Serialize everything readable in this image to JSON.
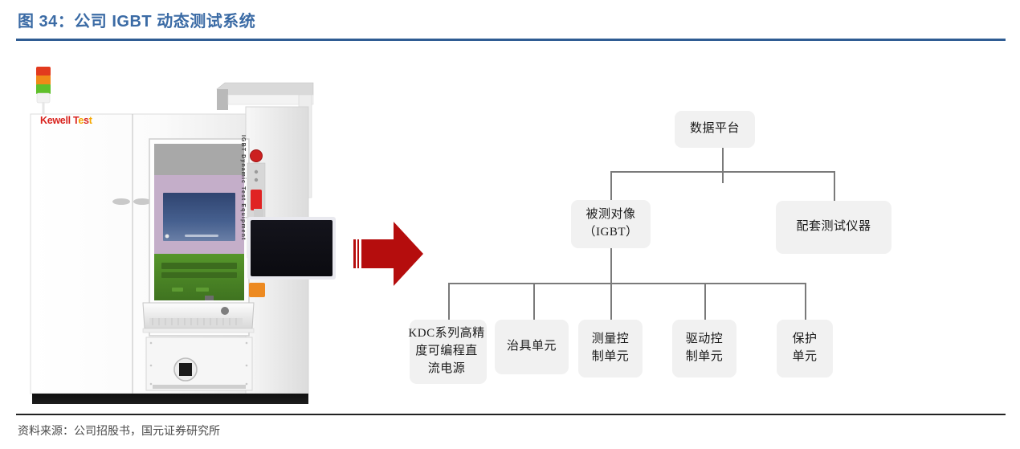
{
  "header": {
    "title": "图 34：公司 IGBT 动态测试系统",
    "title_color": "#3B6BA5"
  },
  "footer": {
    "source": "资料来源：公司招股书，国元证券研究所"
  },
  "photo": {
    "alt_name": "IGBT dynamic test equipment cabinet photo",
    "brand_logo": "Kewell Test",
    "brand_logo_color": "#D9241F",
    "side_panel_text": "IGBT Dynamic Test Equipment",
    "stack_light_colors": [
      "#E23A1E",
      "#F08A18",
      "#5FC02A"
    ],
    "estop_color": "#CC2020",
    "panel_colors": {
      "violet": "#C4AEC9",
      "screen": "#3E5481",
      "green_board": "#4E8B27",
      "body": "#F4F4F4",
      "base": "#111111"
    }
  },
  "arrow": {
    "name": "flow-arrow",
    "color": "#B50D0D",
    "direction": "right"
  },
  "diagram": {
    "line_color": "#7a7a7a",
    "node_fill": "#F1F1F1",
    "nodes": {
      "platform": {
        "label": "数据平台"
      },
      "dut": {
        "label": "被测对像\n（IGBT）"
      },
      "instruments": {
        "label": "配套测试仪器"
      },
      "units": [
        {
          "label": "KDC系列高精\n度可编程直\n流电源"
        },
        {
          "label": "治具单元"
        },
        {
          "label": "测量控\n制单元"
        },
        {
          "label": "驱动控\n制单元"
        },
        {
          "label": "保护\n单元"
        }
      ]
    }
  }
}
